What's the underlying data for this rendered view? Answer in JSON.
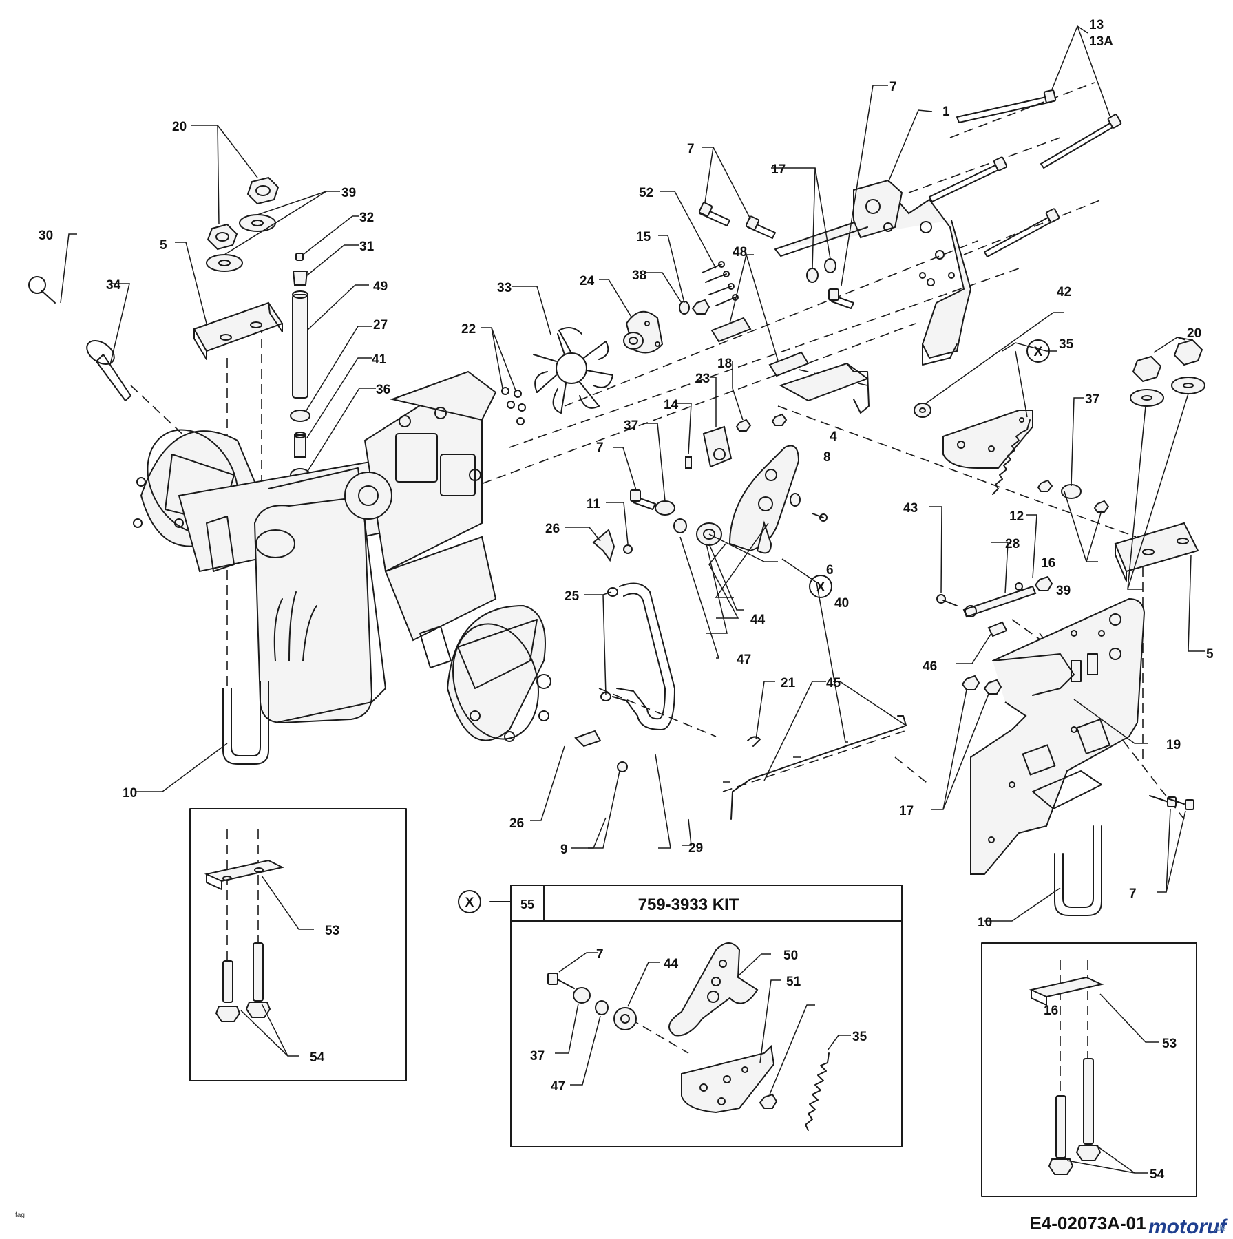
{
  "drawing_id": "E4-02073A-01",
  "corner_note": "fag",
  "watermark": {
    "name": "motoruf",
    "suffix": ".de",
    "color_main": "#1f3f8f",
    "color_accent": "#d43a2a"
  },
  "kit": {
    "symbol": "X",
    "number": "55",
    "title": "759-3933 KIT"
  },
  "callouts": [
    "1",
    "4",
    "5",
    "5",
    "6",
    "7",
    "7",
    "7",
    "7",
    "7",
    "8",
    "9",
    "10",
    "10",
    "11",
    "12",
    "13",
    "13A",
    "14",
    "15",
    "16",
    "16",
    "17",
    "17",
    "18",
    "19",
    "20",
    "20",
    "21",
    "22",
    "23",
    "24",
    "25",
    "26",
    "26",
    "27",
    "28",
    "29",
    "30",
    "31",
    "32",
    "33",
    "34",
    "35",
    "35",
    "36",
    "37",
    "37",
    "37",
    "38",
    "39",
    "39",
    "40",
    "41",
    "42",
    "43",
    "44",
    "44",
    "45",
    "46",
    "47",
    "47",
    "48",
    "49",
    "50",
    "51",
    "52",
    "53",
    "53",
    "54",
    "54"
  ],
  "kit_markers": [
    "X",
    "X"
  ]
}
